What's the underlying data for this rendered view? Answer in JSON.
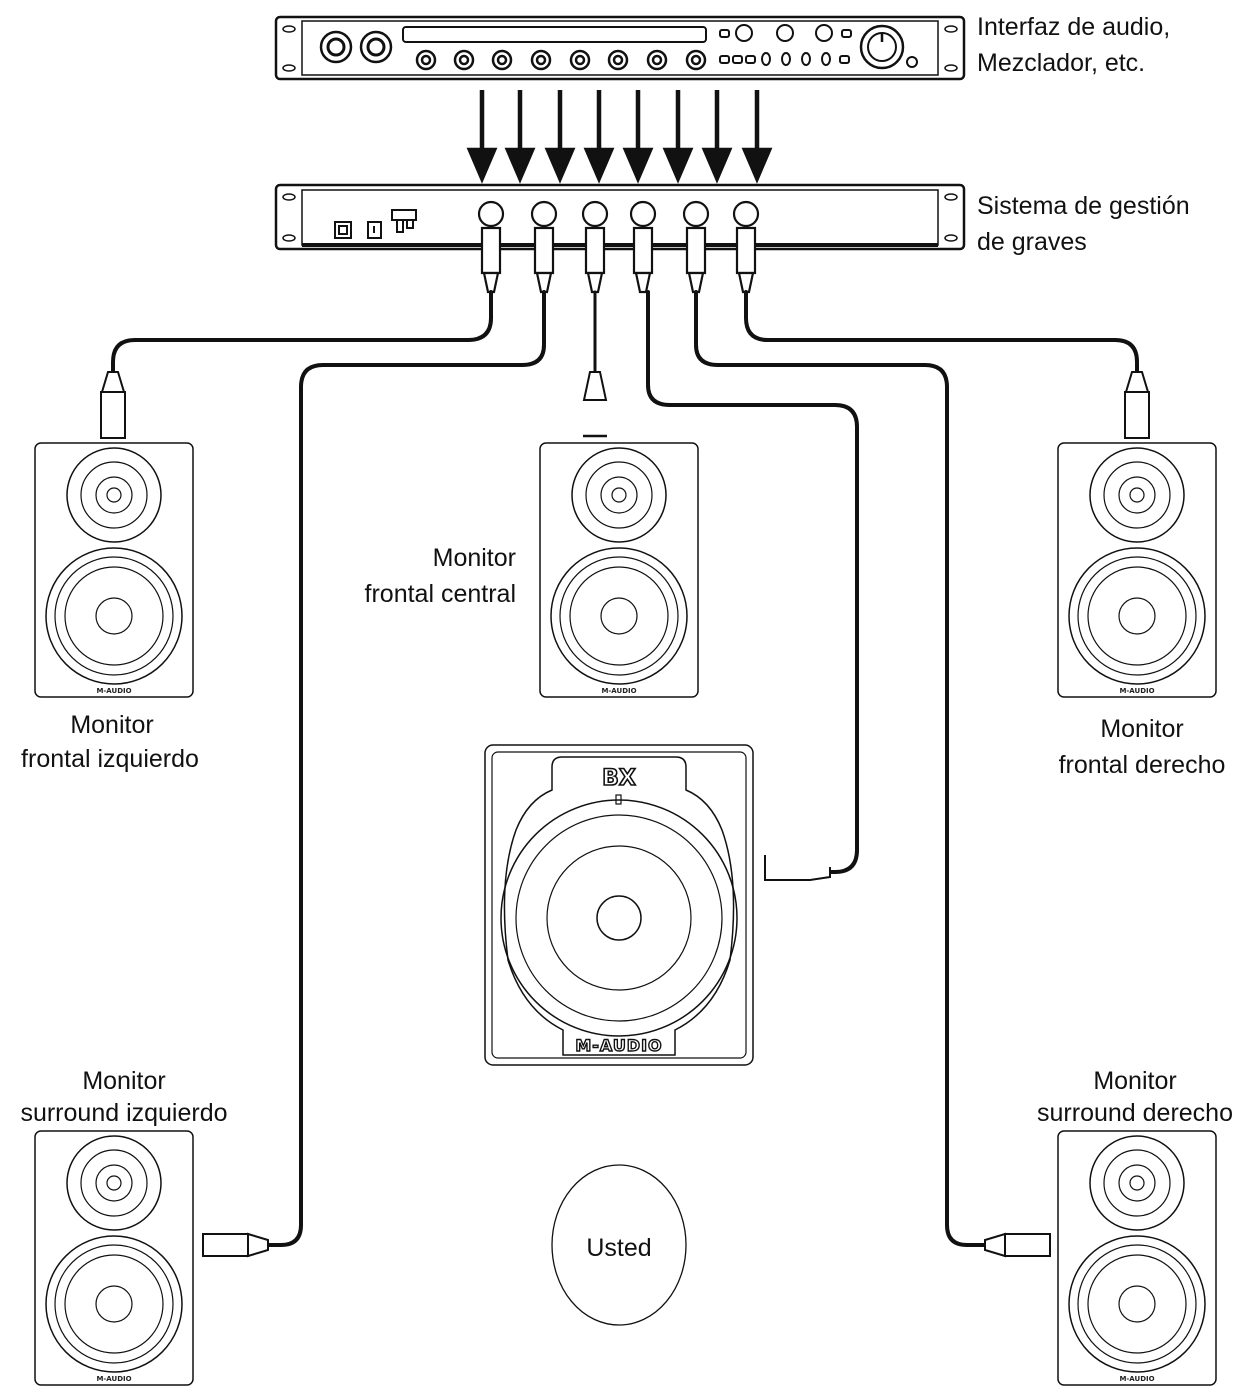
{
  "labels": {
    "audio_interface_line1": "Interfaz de audio,",
    "audio_interface_line2": "Mezclador, etc.",
    "bass_management_line1": "Sistema de gestión",
    "bass_management_line2": "de graves",
    "front_center_line1": "Monitor",
    "front_center_line2": "frontal central",
    "front_left_line1": "Monitor",
    "front_left_line2": "frontal izquierdo",
    "front_right_line1": "Monitor",
    "front_right_line2": "frontal derecho",
    "surround_left_line1": "Monitor",
    "surround_left_line2": "surround izquierdo",
    "surround_right_line1": "Monitor",
    "surround_right_line2": "surround derecho",
    "listener": "Usted"
  },
  "branding": {
    "monitor_logo": "M-AUDIO",
    "subwoofer_logo": "M-AUDIO",
    "subwoofer_model": "BX"
  },
  "colors": {
    "line": "#111111",
    "background": "#ffffff"
  }
}
